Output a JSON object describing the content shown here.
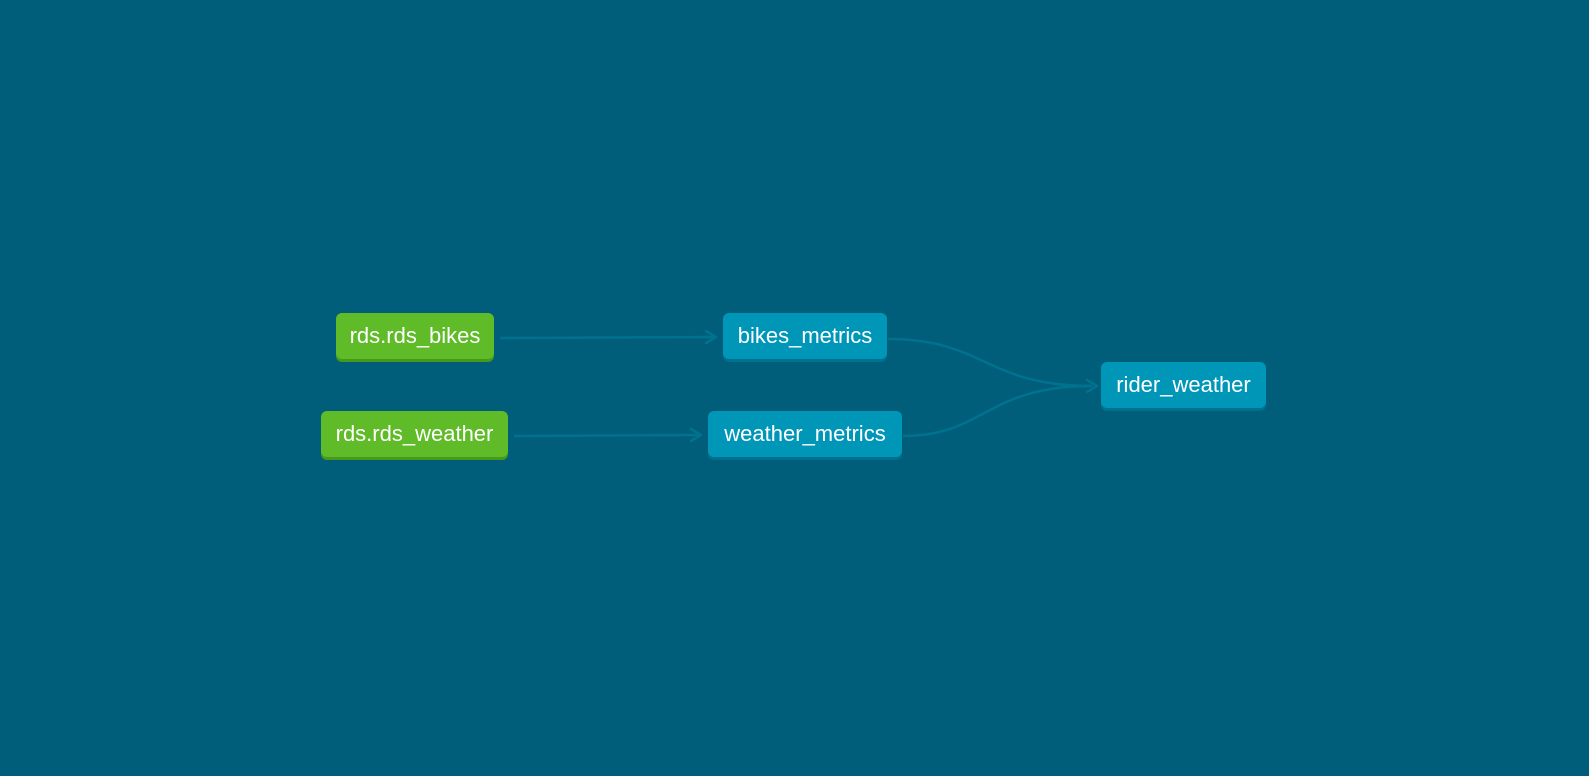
{
  "graph": {
    "nodes": {
      "rds_bikes": {
        "label": "rds.rds_bikes",
        "kind": "source"
      },
      "rds_weather": {
        "label": "rds.rds_weather",
        "kind": "source"
      },
      "bikes_metrics": {
        "label": "bikes_metrics",
        "kind": "model"
      },
      "weather_metrics": {
        "label": "weather_metrics",
        "kind": "model"
      },
      "rider_weather": {
        "label": "rider_weather",
        "kind": "model"
      }
    },
    "edges": [
      {
        "from": "rds_bikes",
        "to": "bikes_metrics"
      },
      {
        "from": "rds_weather",
        "to": "weather_metrics"
      },
      {
        "from": "bikes_metrics",
        "to": "rider_weather"
      },
      {
        "from": "weather_metrics",
        "to": "rider_weather"
      }
    ]
  },
  "colors": {
    "background": "#005e7a",
    "source_node": "#5fbb27",
    "model_node": "#0096b8",
    "edge": "#00728f"
  }
}
